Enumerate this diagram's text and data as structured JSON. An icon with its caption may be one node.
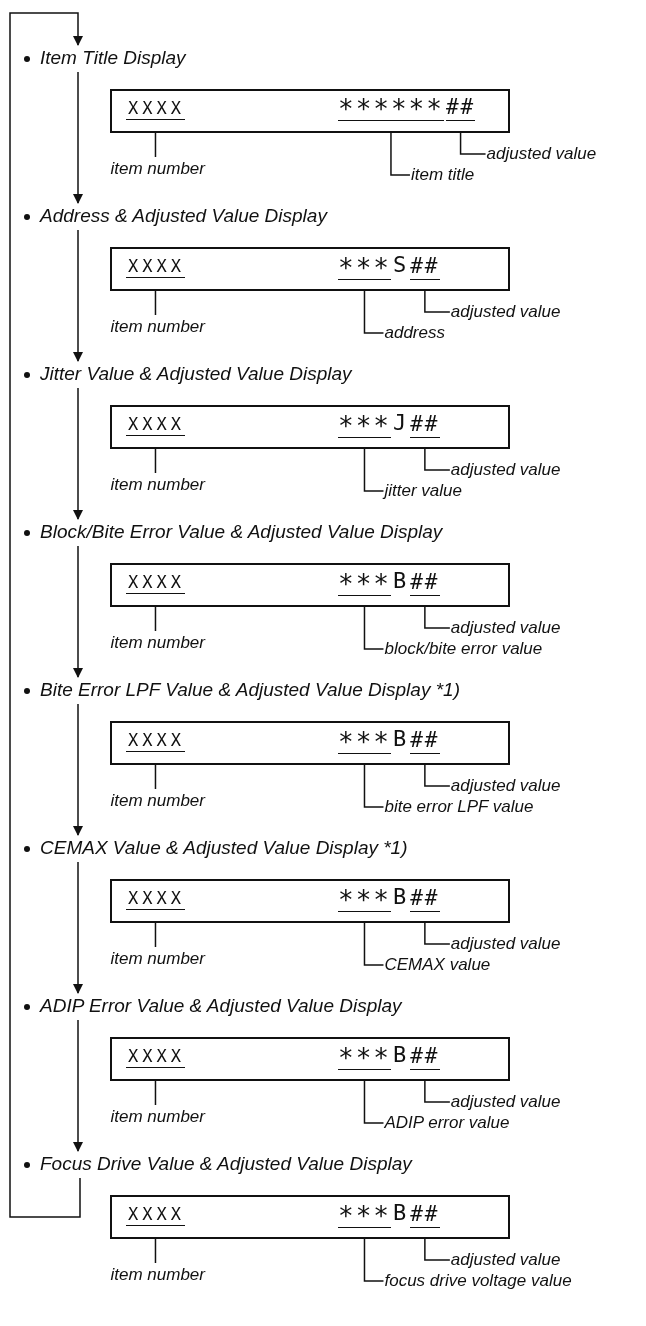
{
  "diagram": {
    "nodes": [
      {
        "text": [
          "Item Title Display"
        ]
      },
      {
        "text": [],
        "shape": "box"
      },
      {
        "text": [
          "XXXX"
        ],
        "in": 1
      },
      {
        "text": [
          "******"
        ],
        "in": 1
      },
      {
        "text": [
          "##"
        ],
        "in": 1
      },
      {
        "text": [
          "item number"
        ]
      },
      {
        "text": [
          "item title"
        ]
      },
      {
        "text": [
          "adjusted value"
        ]
      },
      {
        "text": [
          "Address & Adjusted Value Display"
        ]
      },
      {
        "text": [],
        "shape": "box"
      },
      {
        "text": [
          "XXXX"
        ],
        "in": 9
      },
      {
        "text": [
          "***"
        ],
        "in": 9
      },
      {
        "text": [
          "##"
        ],
        "in": 9
      },
      {
        "text": [
          "item number"
        ]
      },
      {
        "text": [
          "address"
        ]
      },
      {
        "text": [
          "adjusted value"
        ]
      },
      {
        "text": [
          "Jitter Value & Adjusted Value Display"
        ]
      },
      {
        "text": [],
        "shape": "box"
      },
      {
        "text": [
          "XXXX"
        ],
        "in": 17
      },
      {
        "text": [
          "***"
        ],
        "in": 17
      },
      {
        "text": [
          "##"
        ],
        "in": 17
      },
      {
        "text": [
          "item number"
        ]
      },
      {
        "text": [
          "jitter value"
        ]
      },
      {
        "text": [
          "adjusted value"
        ]
      },
      {
        "text": [
          "Block/Bite Error Value & Adjusted Value Display"
        ]
      },
      {
        "text": [],
        "shape": "box"
      },
      {
        "text": [
          "XXXX"
        ],
        "in": 25
      },
      {
        "text": [
          "***"
        ],
        "in": 25
      },
      {
        "text": [
          "##"
        ],
        "in": 25
      },
      {
        "text": [
          "item number"
        ]
      },
      {
        "text": [
          "block/bite error value"
        ]
      },
      {
        "text": [
          "adjusted value"
        ]
      },
      {
        "text": [
          "Bite Error LPF Value & Adjusted Value Display *1)"
        ]
      },
      {
        "text": [],
        "shape": "box"
      },
      {
        "text": [
          "XXXX"
        ],
        "in": 33
      },
      {
        "text": [
          "***"
        ],
        "in": 33
      },
      {
        "text": [
          "##"
        ],
        "in": 33
      },
      {
        "text": [
          "item number"
        ]
      },
      {
        "text": [
          "bite error LPF value"
        ]
      },
      {
        "text": [
          "adjusted value"
        ]
      },
      {
        "text": [
          "CEMAX Value & Adjusted Value Display *1)"
        ]
      },
      {
        "text": [],
        "shape": "box"
      },
      {
        "text": [
          "XXXX"
        ],
        "in": 41
      },
      {
        "text": [
          "***"
        ],
        "in": 41
      },
      {
        "text": [
          "##"
        ],
        "in": 41
      },
      {
        "text": [
          "item number"
        ]
      },
      {
        "text": [
          "CEMAX value"
        ]
      },
      {
        "text": [
          "adjusted value"
        ]
      },
      {
        "text": [
          "ADIP Error Value & Adjusted Value Display"
        ]
      },
      {
        "text": [],
        "shape": "box"
      },
      {
        "text": [
          "XXXX"
        ],
        "in": 49
      },
      {
        "text": [
          "***"
        ],
        "in": 49
      },
      {
        "text": [
          "##"
        ],
        "in": 49
      },
      {
        "text": [
          "item number"
        ]
      },
      {
        "text": [
          "ADIP error value"
        ]
      },
      {
        "text": [
          "adjusted value"
        ]
      },
      {
        "text": [
          "Focus Drive Value & Adjusted Value Display"
        ]
      },
      {
        "text": [],
        "shape": "box"
      },
      {
        "text": [
          "XXXX"
        ],
        "in": 57
      },
      {
        "text": [
          "***"
        ],
        "in": 57
      },
      {
        "text": [
          "##"
        ],
        "in": 57
      },
      {
        "text": [
          "item number"
        ]
      },
      {
        "text": [
          "focus drive voltage value"
        ]
      },
      {
        "text": [
          "adjusted value"
        ]
      }
    ],
    "edges": [
      {
        "from": 5,
        "to": 2,
        "arrow": "none"
      },
      {
        "from": 6,
        "to": 3,
        "arrow": "none"
      },
      {
        "from": 7,
        "to": 4,
        "arrow": "none"
      },
      {
        "from": 0,
        "to": 8,
        "arrow": "to"
      },
      {
        "from": 13,
        "to": 10,
        "arrow": "none"
      },
      {
        "from": 14,
        "to": 11,
        "arrow": "none"
      },
      {
        "from": 15,
        "to": 12,
        "arrow": "none"
      },
      {
        "from": 8,
        "to": 16,
        "arrow": "to"
      },
      {
        "from": 21,
        "to": 18,
        "arrow": "none"
      },
      {
        "from": 22,
        "to": 19,
        "arrow": "none"
      },
      {
        "from": 23,
        "to": 20,
        "arrow": "none"
      },
      {
        "from": 16,
        "to": 24,
        "arrow": "to"
      },
      {
        "from": 29,
        "to": 26,
        "arrow": "none"
      },
      {
        "from": 30,
        "to": 27,
        "arrow": "none"
      },
      {
        "from": 31,
        "to": 28,
        "arrow": "none"
      },
      {
        "from": 24,
        "to": 32,
        "arrow": "to"
      },
      {
        "from": 37,
        "to": 34,
        "arrow": "none"
      },
      {
        "from": 38,
        "to": 35,
        "arrow": "none"
      },
      {
        "from": 39,
        "to": 36,
        "arrow": "none"
      },
      {
        "from": 32,
        "to": 40,
        "arrow": "to"
      },
      {
        "from": 45,
        "to": 42,
        "arrow": "none"
      },
      {
        "from": 46,
        "to": 43,
        "arrow": "none"
      },
      {
        "from": 47,
        "to": 44,
        "arrow": "none"
      },
      {
        "from": 40,
        "to": 48,
        "arrow": "to"
      },
      {
        "from": 53,
        "to": 50,
        "arrow": "none"
      },
      {
        "from": 54,
        "to": 51,
        "arrow": "none"
      },
      {
        "from": 55,
        "to": 52,
        "arrow": "none"
      },
      {
        "from": 48,
        "to": 56,
        "arrow": "to"
      },
      {
        "from": 61,
        "to": 58,
        "arrow": "none"
      },
      {
        "from": 62,
        "to": 59,
        "arrow": "none"
      },
      {
        "from": 63,
        "to": 60,
        "arrow": "none"
      },
      {
        "from": 56,
        "to": 0,
        "arrow": "to"
      }
    ],
    "labels": [
      "S",
      "J",
      "B",
      "B",
      "B",
      "B",
      "B"
    ]
  }
}
